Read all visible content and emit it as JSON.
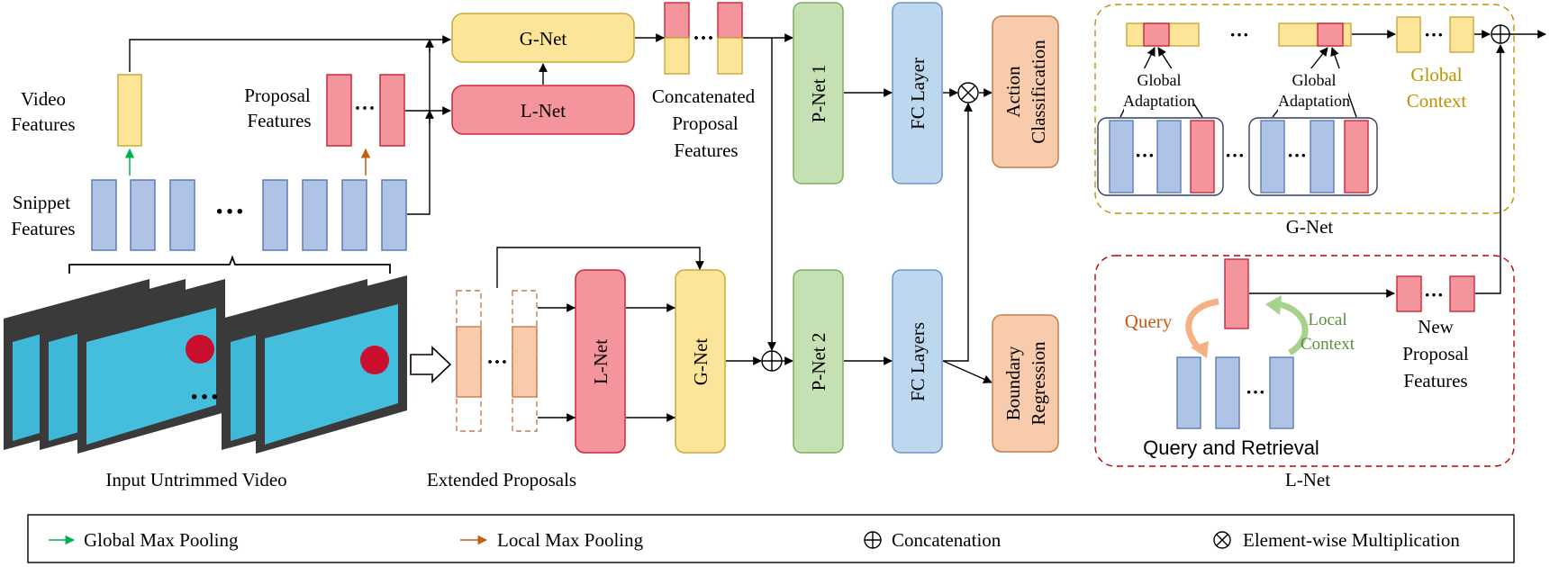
{
  "labels": {
    "video_features": [
      "Video",
      "Features"
    ],
    "proposal_features": [
      "Proposal",
      "Features"
    ],
    "snippet_features": [
      "Snippet",
      "Features"
    ],
    "concatenated_proposal_features": [
      "Concatenated",
      "Proposal",
      "Features"
    ],
    "input_untrimmed_video": "Input Untrimmed Video",
    "extended_proposals": "Extended Proposals",
    "global_context": [
      "Global",
      "Context"
    ],
    "global_adaptation": [
      "Global",
      "Adaptation"
    ],
    "query": "Query",
    "local_context": [
      "Local",
      "Context"
    ],
    "new_proposal_features": [
      "New",
      "Proposal",
      "Features"
    ],
    "query_and_retrieval": "Query and Retrieval",
    "gnet_caption": "G-Net",
    "lnet_caption": "L-Net"
  },
  "boxes": {
    "gnet_top": "G-Net",
    "lnet_top": "L-Net",
    "pnet1": "P-Net 1",
    "pnet2": "P-Net 2",
    "fc_layer": "FC  Layer",
    "fc_layers": "FC  Layers",
    "action_classification": [
      "Action",
      "Classification"
    ],
    "boundary_regression": [
      "Boundary",
      "Regression"
    ],
    "lnet_bottom": "L-Net",
    "gnet_bottom": "G-Net"
  },
  "legend": {
    "global_max_pooling": "Global Max Pooling",
    "local_max_pooling": "Local Max Pooling",
    "concatenation": "Concatenation",
    "elementwise_multiplication": "Element-wise Multiplication"
  },
  "colors": {
    "yellow": "#FCE598",
    "yellow_stroke": "#C9A93A",
    "red": "#F4949C",
    "red_stroke": "#C8293A",
    "blue": "#AFC3E6",
    "blue_stroke": "#5A7DB5",
    "green": "#C5E0B3",
    "green_stroke": "#7FAE5E",
    "lightblue": "#BDD7EE",
    "lightblue_stroke": "#6C97C7",
    "salmon": "#F8CBAD",
    "salmon_stroke": "#C87C4E",
    "global_context_text": "#BF9000",
    "local_context_text": "#5B8E3A",
    "query_text": "#C55A11",
    "arrow_green": "#00B050",
    "arrow_orange": "#C55A11",
    "gnet_border": "#BF9000",
    "lnet_border": "#C00000"
  }
}
